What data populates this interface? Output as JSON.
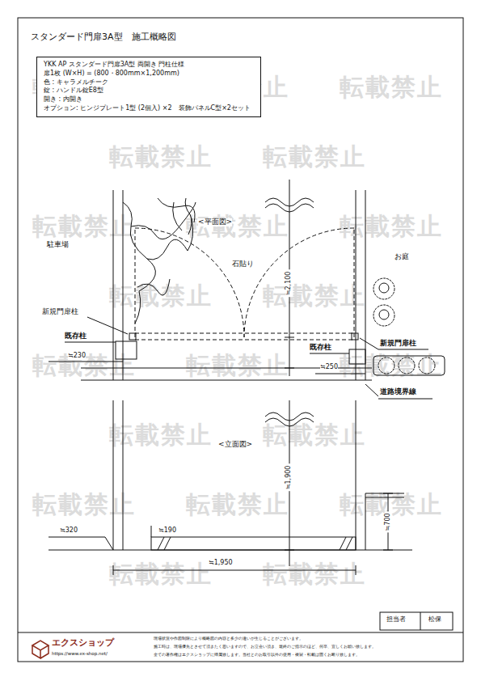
{
  "diagram": {
    "title": "スタンダード門扉3A型　施工概略図",
    "nodes": [
      {
        "text": [
          "YKK AP スタンダード門扉3A型 両開き 門柱仕様",
          "扉1枚 (W×H) = (800・800mm×1,200mm)",
          "色 : キャラメルチーク",
          "錠 : ハンドル錠E8型",
          "開き : 内開き",
          "オプション: ヒンジプレート1型 (2個入) ×2　装飾パネルC型×2セット"
        ]
      }
    ],
    "labels": [
      "<平面図>",
      "駐車場",
      "石貼り",
      "お庭",
      "新規門扉柱",
      "既存柱",
      "≒230",
      "≒2,100",
      "既存柱",
      "≒250",
      "新規門扉柱",
      "道路境界線",
      "<立面図>",
      "≒1,900",
      "≒320",
      "≒190",
      "≒700",
      "≒1,950",
      "担当者",
      "松保",
      "エクスショップ",
      "https://www.ex-shop.net/",
      "現場状況や作図制限により概略図の内容と多少の違いが生じることがございます。",
      "施工時は、現場優先とさせて頂きたく思いますので、お立会い頂き、最終のご指示のほど、何卒、宜しくお願い致します。",
      "全ての著作権はエクスショップに帰属致します。当社とのお取引以外の使用・複製・転載は固くお断り致します。",
      "転載禁止",
      "転載禁止",
      "転載禁止",
      "転載禁止",
      "転載禁止",
      "転載禁止",
      "転載禁止",
      "転載禁止",
      "転載禁止",
      "転載禁止",
      "転載禁止",
      "転載禁止",
      "転載禁止",
      "転載禁止",
      "転載禁止",
      "転載禁止",
      "転載禁止",
      "転載禁止",
      "転載禁止",
      "転載禁止"
    ]
  }
}
